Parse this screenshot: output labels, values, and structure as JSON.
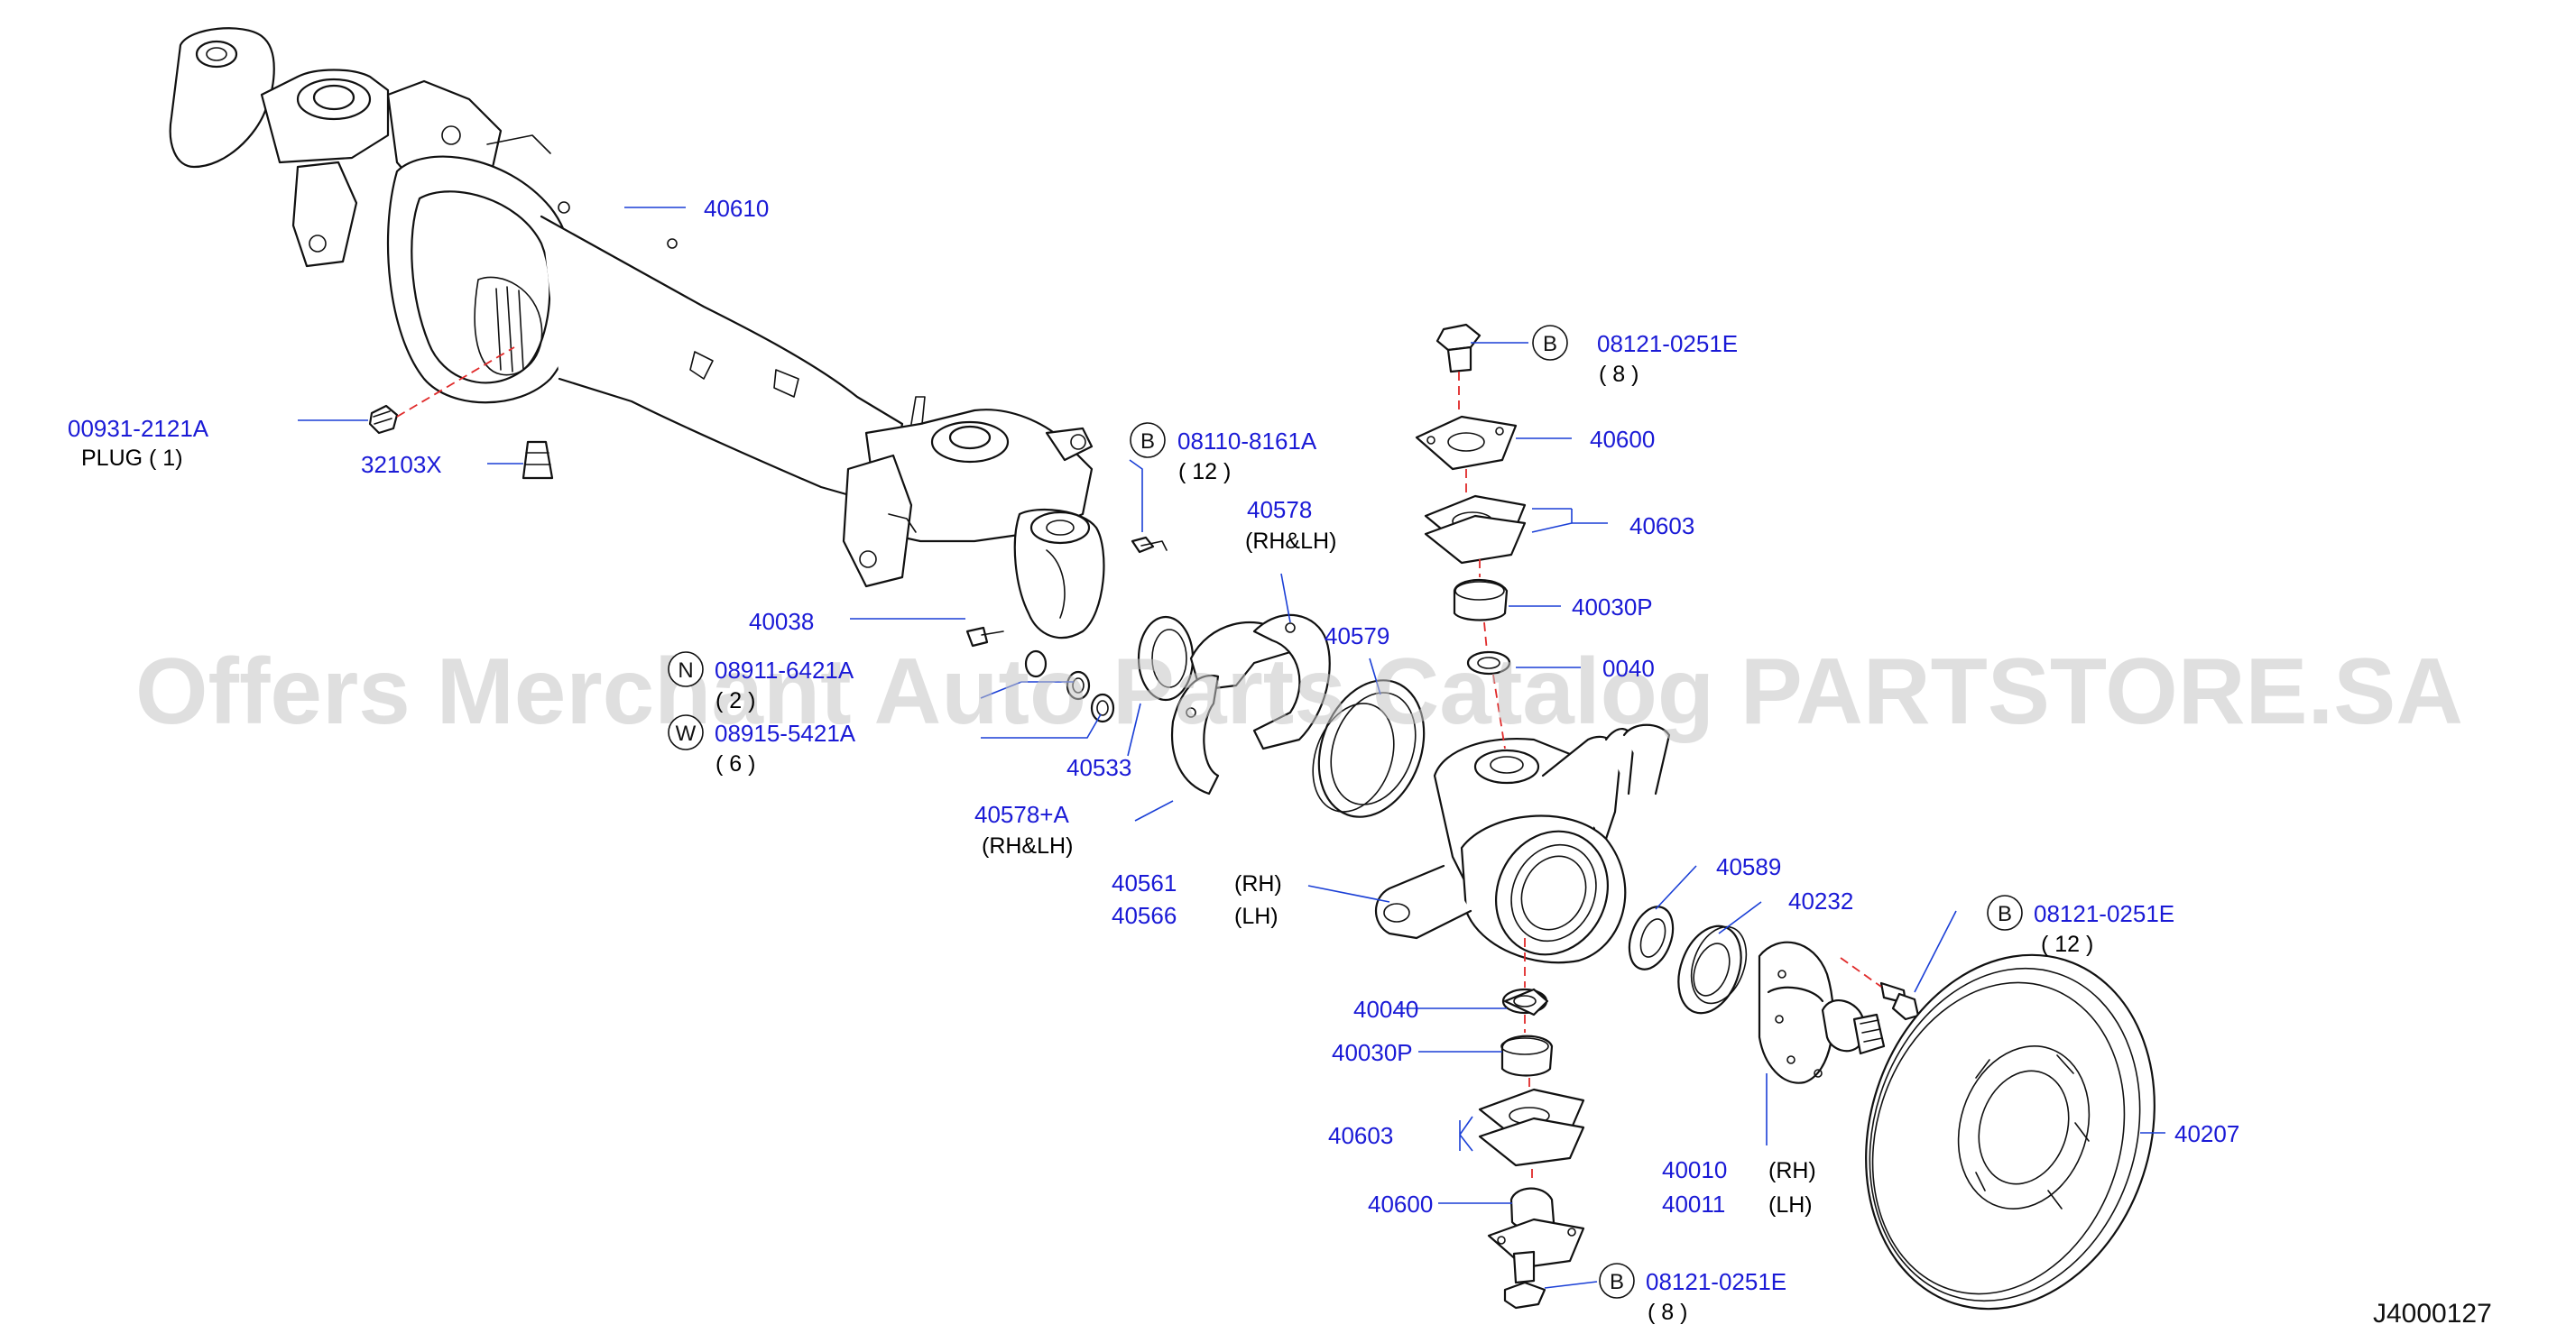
{
  "watermark": "Offers Merchant Auto Parts Catalog PARTSTORE.SA",
  "drawing_id": "J4000127",
  "labels": {
    "axle_housing": "40610",
    "plug_part": "00931-2121A",
    "plug_note": "PLUG ( 1)",
    "breather": "32103X",
    "bolt_b1": "08110-8161A",
    "bolt_b1_qty": "( 12 )",
    "stud": "40038",
    "nut": "08911-6421A",
    "nut_qty": "( 2 )",
    "washer": "08915-5421A",
    "washer_qty": "( 6 )",
    "seal_40533": "40533",
    "gasket_40578": "40578",
    "gasket_40578_note": "(RH&LH)",
    "gasket_40578a": "40578+A",
    "gasket_40578a_note": "(RH&LH)",
    "seal_40579": "40579",
    "knuckle_rh": "40561",
    "knuckle_rh_note": "(RH)",
    "knuckle_lh": "40566",
    "knuckle_lh_note": "(LH)",
    "bolt_top": "08121-0251E",
    "bolt_top_qty": "( 8 )",
    "kingpin_cap_top": "40600",
    "shim_top": "40603",
    "bushing_top": "40030P",
    "cone_top": "0040",
    "seal_40589": "40589",
    "bearing_40232": "40232",
    "bolt_rotor": "08121-0251E",
    "bolt_rotor_qty": "( 12 )",
    "cone_bottom": "40040",
    "bushing_bottom": "40030P",
    "shim_bottom": "40603",
    "kingpin_cap_bottom": "40600",
    "hub_rh": "40010",
    "hub_rh_note": "(RH)",
    "hub_lh": "40011",
    "hub_lh_note": "(LH)",
    "rotor": "40207",
    "bolt_bottom": "08121-0251E",
    "bolt_bottom_qty": "( 8 )"
  },
  "badges": {
    "bolt": "B",
    "nut": "N",
    "washer": "W"
  }
}
